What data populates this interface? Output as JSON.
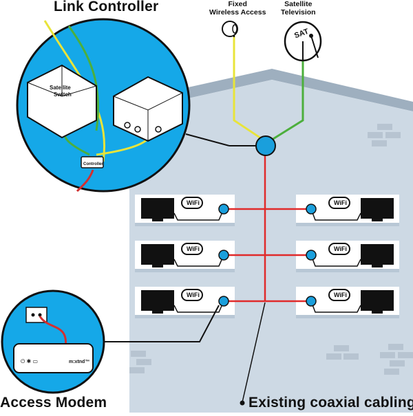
{
  "labels": {
    "link_controller": "Link Controller",
    "fixed_wireless": "Fixed\nWireless Access",
    "satellite_tv": "Satellite\nTelevision",
    "access_modem": "Access Modem",
    "coax_cabling": "Existing coaxial cabling"
  },
  "device_text": {
    "satellite_switch": "Satellite\nSwitch",
    "link_controller_small": "Controller",
    "modem_brand": "m:xtnd™",
    "wifi_badge": "WiFi",
    "dish_logo": "SAT"
  },
  "colors": {
    "house_wall": "#cdd9e4",
    "house_roof": "#9eafbf",
    "brick": "#b7c4d1",
    "circle_fill": "#15a8e8",
    "hub": "#1a9fdc",
    "coax_red": "#e02a2a",
    "cable_yellow": "#e8e43a",
    "cable_green": "#4caf3c",
    "shelf": "#b8c7d5"
  }
}
